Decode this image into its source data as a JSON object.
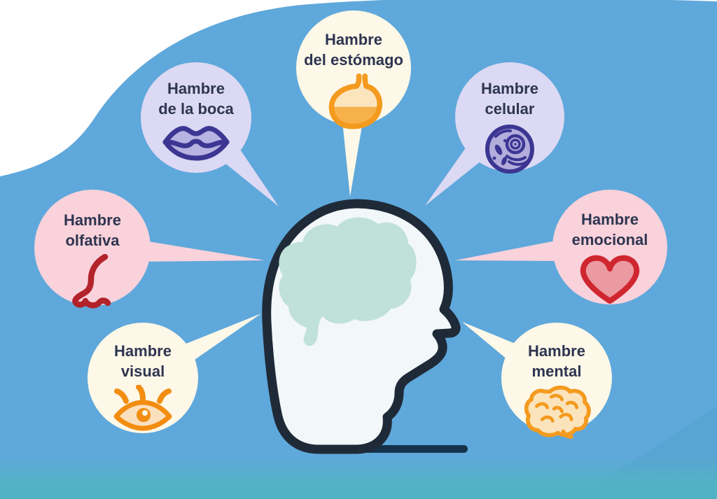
{
  "diagram": {
    "center_icon": "head-profile-with-brain-icon",
    "language": "es"
  },
  "bubbles": [
    {
      "id": "boca",
      "position": "top-left",
      "lines": [
        "Hambre",
        "de la boca"
      ],
      "icon": "lips-icon",
      "circle_color": "#dcd9f4",
      "icon_color": "#3c3693"
    },
    {
      "id": "estomago",
      "position": "top-center",
      "lines": [
        "Hambre",
        "del estómago"
      ],
      "icon": "stomach-icon",
      "circle_color": "#fdf8e8",
      "icon_color": "#f49a1e"
    },
    {
      "id": "celular",
      "position": "top-right",
      "lines": [
        "Hambre",
        "celular"
      ],
      "icon": "cell-icon",
      "circle_color": "#dcd9f4",
      "icon_color": "#3c3693"
    },
    {
      "id": "olfativa",
      "position": "middle-left",
      "lines": [
        "Hambre",
        "olfativa"
      ],
      "icon": "nose-icon",
      "circle_color": "#f9d2db",
      "icon_color": "#b3232b"
    },
    {
      "id": "emocional",
      "position": "middle-right",
      "lines": [
        "Hambre",
        "emocional"
      ],
      "icon": "heart-icon",
      "circle_color": "#f9d2db",
      "icon_color": "#cf2630"
    },
    {
      "id": "visual",
      "position": "bottom-left",
      "lines": [
        "Hambre",
        "visual"
      ],
      "icon": "eye-icon",
      "circle_color": "#fdf8e8",
      "icon_color": "#f28d12"
    },
    {
      "id": "mental",
      "position": "bottom-right",
      "lines": [
        "Hambre",
        "mental"
      ],
      "icon": "brain-icon",
      "circle_color": "#fdf8e8",
      "icon_color": "#f49a1e"
    }
  ],
  "colors": {
    "background_blob": "#5fa8db",
    "bottom_band": "#52b4c3",
    "cream_bubble": "#fdf8e8",
    "lavender_bubble": "#dcd9f4",
    "pink_bubble": "#f9d2db",
    "label_text": "#2e3550",
    "head_outline": "#1f2a38",
    "head_fill": "#f2f7fa",
    "brain_fill": "#bfe1d9",
    "head_shadow": "#14334b"
  }
}
